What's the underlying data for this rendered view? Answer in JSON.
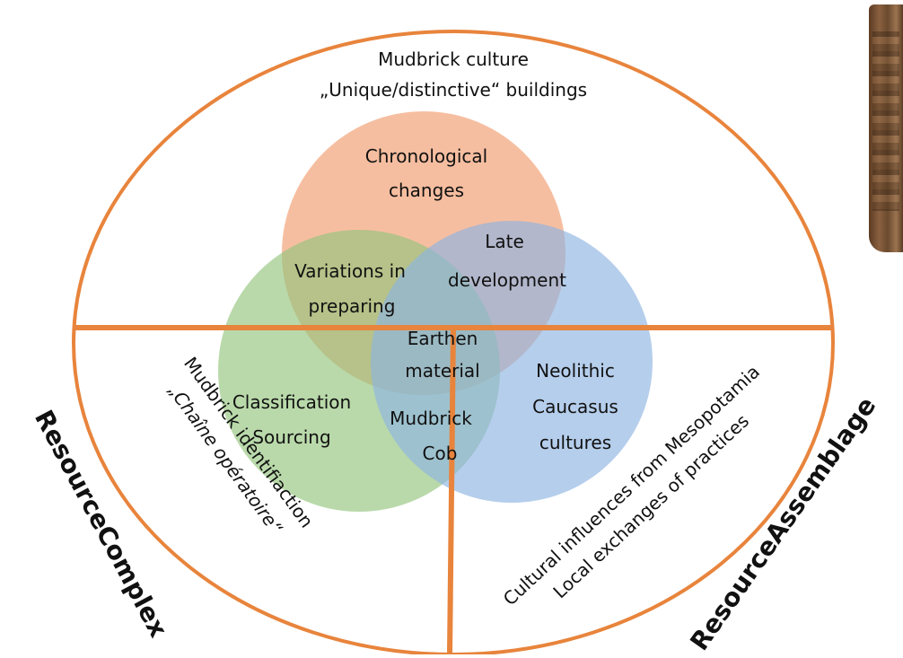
{
  "colors": {
    "frame": "#E8843C",
    "circle_top": "#F2A57C",
    "circle_left": "#93C47D",
    "circle_right": "#8DB4E2"
  },
  "top_section": {
    "line1": "Mudbrick culture",
    "line2": "„Unique/distinctive“ buildings"
  },
  "circles": {
    "top": {
      "line1": "Chronological",
      "line2": "changes"
    },
    "left": {
      "line1": "Classification",
      "line2": "Sourcing"
    },
    "right": {
      "line1": "Neolithic",
      "line2": "Caucasus",
      "line3": "cultures"
    }
  },
  "overlaps": {
    "top_left": {
      "line1": "Variations in",
      "line2": "preparing"
    },
    "top_right": {
      "line1": "Late",
      "line2": "development"
    },
    "left_right": {
      "line1": "Mudbrick",
      "line2": "Cob"
    },
    "center": {
      "line1": "Earthen",
      "line2": "material"
    }
  },
  "bottom_left": {
    "line1": "Mudbrick identifiaction",
    "line2": "„Chaîne opératoire“"
  },
  "bottom_right": {
    "line1": "Cultural influences from Mesopotamia",
    "line2": "Local exchanges of practices"
  },
  "side_labels": {
    "left": "ResourceComplex",
    "right": "ResourceAssemblage"
  },
  "photo_icon": "mudbrick-photo-icon"
}
